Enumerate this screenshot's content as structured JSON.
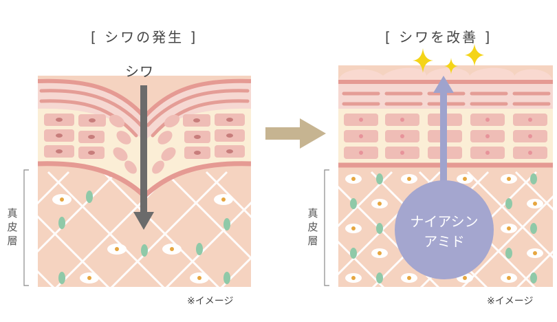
{
  "left_panel": {
    "title": "[ シワの発生 ]",
    "wrinkle_label": "シワ",
    "side_label": "真皮層",
    "note": "※イメージ"
  },
  "right_panel": {
    "title": "[ シワを改善 ]",
    "circle_line1": "ナイアシン",
    "circle_line2": "アミド",
    "side_label": "真皮層",
    "note": "※イメージ"
  },
  "colors": {
    "dermis": "#f5d3c0",
    "epidermis": "#fbeed6",
    "basal_line": "#e59a93",
    "cell": "#efbdb6",
    "sparkle": "#f4d418",
    "arrow_down": "#6b6b6b",
    "arrow_up": "#9fa3cd",
    "circle": "#a4a6cf",
    "transition_arrow": "#c6b491"
  }
}
